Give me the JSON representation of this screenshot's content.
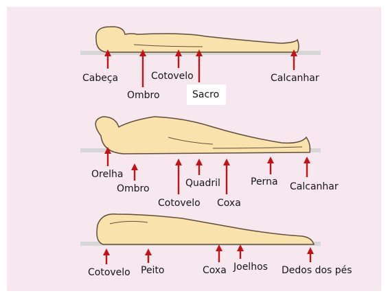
{
  "colors": {
    "background": "#f7e8ef",
    "body_fill": "#f9e2ac",
    "outline": "#5e4c3a",
    "surface": "#d6d6d6",
    "arrow": "#c01318"
  },
  "figures": [
    {
      "position": "supine",
      "labels": [
        "Cabeça",
        "Ombro",
        "Cotovelo",
        "Sacro",
        "Calcanhar"
      ]
    },
    {
      "position": "lateral",
      "labels": [
        "Orelha",
        "Ombro",
        "Cotovelo",
        "Quadril",
        "Coxa",
        "Perna",
        "Calcanhar"
      ]
    },
    {
      "position": "prone",
      "labels": [
        "Cotovelo",
        "Peito",
        "Coxa",
        "Joelhos",
        "Dedos dos pés"
      ]
    }
  ]
}
